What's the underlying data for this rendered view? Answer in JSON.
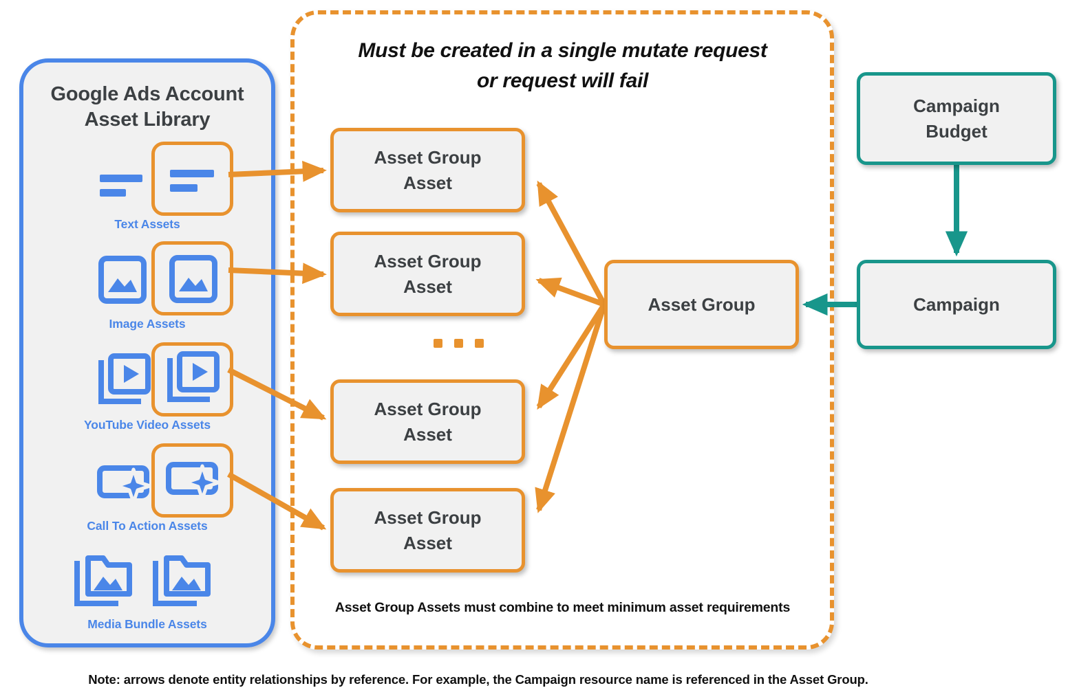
{
  "colors": {
    "orange": "#E8922E",
    "blue": "#4A86E8",
    "teal": "#18968B",
    "box_fill": "#F1F1F1",
    "text_dark": "#3C4043"
  },
  "library": {
    "title_line1": "Google Ads Account",
    "title_line2": "Asset Library",
    "assets": [
      {
        "icon": "text-lines-icon",
        "caption": "Text Assets"
      },
      {
        "icon": "image-icon",
        "caption": "Image Assets"
      },
      {
        "icon": "video-stack-icon",
        "caption": "YouTube Video  Assets"
      },
      {
        "icon": "call-to-action-sparkle-icon",
        "caption": "Call To Action Assets"
      },
      {
        "icon": "media-bundle-folder-icon",
        "caption": "Media Bundle  Assets"
      }
    ]
  },
  "mutate_panel": {
    "headline_line1": "Must be created in a single mutate request",
    "headline_line2": "or request will fail",
    "combine_note": "Asset Group Assets must combine to meet minimum asset requirements",
    "ellipsis": "...",
    "asset_group_assets": [
      {
        "line1": "Asset Group",
        "line2": "Asset"
      },
      {
        "line1": "Asset Group",
        "line2": "Asset"
      },
      {
        "line1": "Asset Group",
        "line2": "Asset"
      },
      {
        "line1": "Asset Group",
        "line2": "Asset"
      }
    ]
  },
  "nodes": {
    "asset_group": "Asset Group",
    "campaign_budget_line1": "Campaign",
    "campaign_budget_line2": "Budget",
    "campaign": "Campaign"
  },
  "footer": {
    "note": "Note: arrows denote entity relationships by reference. For example, the Campaign resource name is referenced in the Asset Group."
  }
}
